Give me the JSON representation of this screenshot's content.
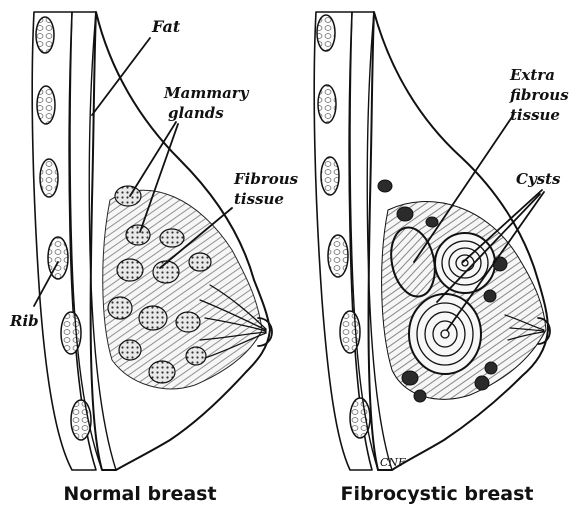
{
  "normal": {
    "caption": "Normal breast",
    "labels": {
      "fat": "Fat",
      "mammary_1": "Mammary",
      "mammary_2": "glands",
      "fibrous_1": "Fibrous",
      "fibrous_2": "tissue",
      "rib": "Rib"
    }
  },
  "fibrocystic": {
    "caption": "Fibrocystic breast",
    "labels": {
      "extra_1": "Extra",
      "extra_2": "fibrous",
      "extra_3": "tissue",
      "cysts": "Cysts"
    }
  },
  "signature": "CNF"
}
